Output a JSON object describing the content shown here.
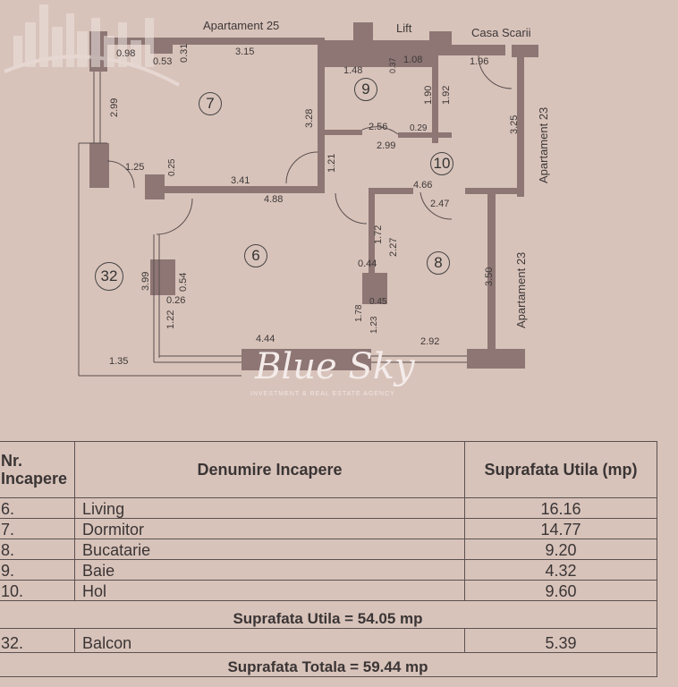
{
  "plan": {
    "neighbors": {
      "top": "Apartament 25",
      "lift": "Lift",
      "stairs": "Casa Scarii",
      "right_upper": "Apartament 23",
      "right_lower": "Apartament 23"
    },
    "rooms": [
      "7",
      "9",
      "10",
      "6",
      "8",
      "32"
    ],
    "dimensions": [
      "0.98",
      "0.53",
      "0.31",
      "3.15",
      "1.48",
      "0.37",
      "1.08",
      "1.96",
      "2.99",
      "3.28",
      "1.90",
      "1.92",
      "3.25",
      "2.56",
      "0.29",
      "2.99",
      "1.21",
      "1.25",
      "0.25",
      "3.41",
      "4.66",
      "4.88",
      "2.47",
      "1.72",
      "2.27",
      "0.44",
      "3.50",
      "3.99",
      "0.54",
      "0.26",
      "1.22",
      "1.78",
      "0.45",
      "1.23",
      "4.44",
      "2.92",
      "1.35"
    ],
    "watermark": {
      "brand": "Blue Sky",
      "tagline": "INVESTMENT & REAL ESTATE AGENCY"
    }
  },
  "table": {
    "headers": [
      "Nr. Incapere",
      "Denumire Incapere",
      "Suprafata Utila (mp)"
    ],
    "rows": [
      {
        "nr": "6.",
        "name": "Living",
        "area": "16.16"
      },
      {
        "nr": "7.",
        "name": "Dormitor",
        "area": "14.77"
      },
      {
        "nr": "8.",
        "name": "Bucatarie",
        "area": "9.20"
      },
      {
        "nr": "9.",
        "name": "Baie",
        "area": "4.32"
      },
      {
        "nr": "10.",
        "name": "Hol",
        "area": "9.60"
      }
    ],
    "subtotal": "Suprafata Utila = 54.05 mp",
    "balcony": {
      "nr": "32.",
      "name": "Balcon",
      "area": "5.39"
    },
    "total": "Suprafata Totala = 59.44 mp"
  }
}
